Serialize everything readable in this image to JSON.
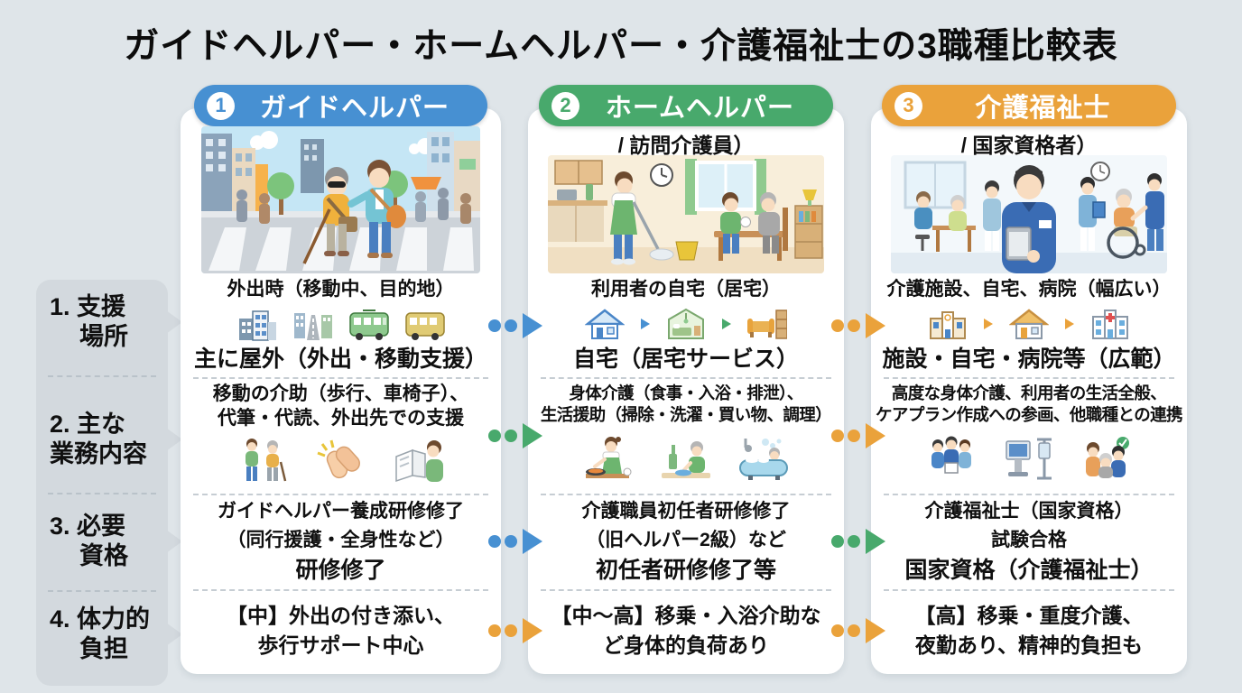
{
  "title": "ガイドヘルパー・ホームヘルパー・介護福祉士の3職種比較表",
  "colors": {
    "background": "#dfe5e9",
    "card": "#ffffff",
    "guide_blue": "#4790d2",
    "home_green": "#48a96c",
    "kaigo_orange": "#eaa23b",
    "sidebar_gray": "#d3d9de",
    "text": "#101010"
  },
  "sidebar": {
    "rows": [
      {
        "l1": "1. 支援",
        "l2": "場所"
      },
      {
        "l1": "2. 主な",
        "l2": "業務内容"
      },
      {
        "l1": "3. 必要",
        "l2": "資格"
      },
      {
        "l1": "4. 体力的",
        "l2": "負担"
      }
    ]
  },
  "arrows": {
    "between_1_2": [
      "blue",
      "green",
      "blue",
      "orange"
    ],
    "between_2_3": [
      "orange",
      "orange",
      "green",
      "orange"
    ]
  },
  "columns": [
    {
      "number": "1",
      "name": "ガイドヘルパー",
      "subtitle": "",
      "theme_color": "#4790d2",
      "illustration": "street-crossing-guide-scene",
      "location": {
        "top": "外出時（移動中、目的地）",
        "bottom": "主に屋外（外出・移動支援）",
        "icons": [
          "office-building-icon",
          "city-street-icon",
          "green-bus-icon",
          "yellow-bus-icon"
        ]
      },
      "duties": {
        "line1": "移動の介助（歩行、車椅子）、",
        "line2": "代筆・代読、外出先での支援",
        "icons": [
          "walking-guide-icon",
          "assist-hands-icon",
          "reading-support-icon"
        ]
      },
      "qualification": {
        "line1": "ガイドヘルパー養成研修修了",
        "line2": "（同行援護・全身性など）",
        "line3": "研修修了"
      },
      "burden": {
        "line1": "【中】外出の付き添い、",
        "line2": "歩行サポート中心"
      }
    },
    {
      "number": "2",
      "name": "ホームヘルパー",
      "subtitle": "/ 訪問介護員）",
      "theme_color": "#48a96c",
      "illustration": "home-visit-care-scene",
      "location": {
        "top": "利用者の自宅（居宅）",
        "bottom": "自宅（居宅サービス）",
        "icons": [
          "house-icon",
          "bedroom-icon",
          "sofa-shelf-icon"
        ]
      },
      "duties": {
        "line1": "身体介護（食事・入浴・排泄）、",
        "line2": "生活援助（掃除・洗濯・買い物、調理）",
        "icons": [
          "cooking-icon",
          "cleaning-icon",
          "bathing-icon"
        ]
      },
      "qualification": {
        "line1": "介護職員初任者研修修了",
        "line2": "（旧ヘルパー2級）など",
        "line3": "初任者研修修了等"
      },
      "burden": {
        "line1": "【中〜高】移乗・入浴介助な",
        "line2": "ど身体的負荷あり"
      }
    },
    {
      "number": "3",
      "name": "介護福祉士",
      "subtitle": "/ 国家資格者）",
      "theme_color": "#eaa23b",
      "illustration": "care-facility-team-scene",
      "location": {
        "top": "介護施設、自宅、病院（幅広い）",
        "bottom": "施設・自宅・病院等（広範）",
        "icons": [
          "facility-icon",
          "house-icon",
          "hospital-icon"
        ]
      },
      "duties": {
        "line1": "高度な身体介護、利用者の生活全般、",
        "line2": "ケアプラン作成への参画、他職種との連携",
        "icons": [
          "care-team-icon",
          "medical-equipment-icon",
          "family-support-icon"
        ]
      },
      "qualification": {
        "line1": "介護福祉士（国家資格）",
        "line2": "試験合格",
        "line3": "国家資格（介護福祉士）"
      },
      "burden": {
        "line1": "【高】移乗・重度介護、",
        "line2": "夜勤あり、精神的負担も"
      }
    }
  ]
}
